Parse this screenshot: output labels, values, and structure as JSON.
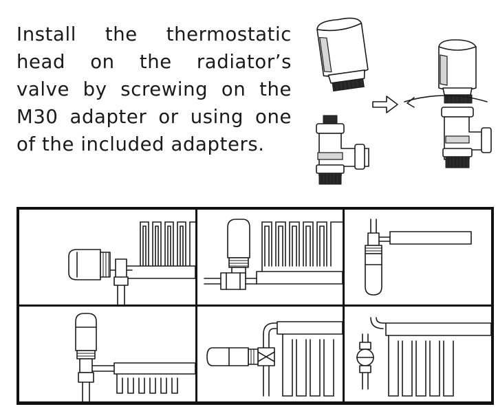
{
  "instruction": {
    "text": "Install the thermostatic head on the radiator’s valve by screwing on the M30 adapter or using one of the included adapters."
  },
  "figures": {
    "top": [
      "thermostatic-head",
      "radiator-valve",
      "arrow-right-icon",
      "assembled-head-on-valve"
    ],
    "grid": [
      "horizontal-head-side-radiator",
      "vertical-head-bottom-valve",
      "vertical-head-pipe-side",
      "vertical-head-low-radiator",
      "horizontal-head-corner-valve",
      "horizontal-head-round-valve"
    ]
  }
}
